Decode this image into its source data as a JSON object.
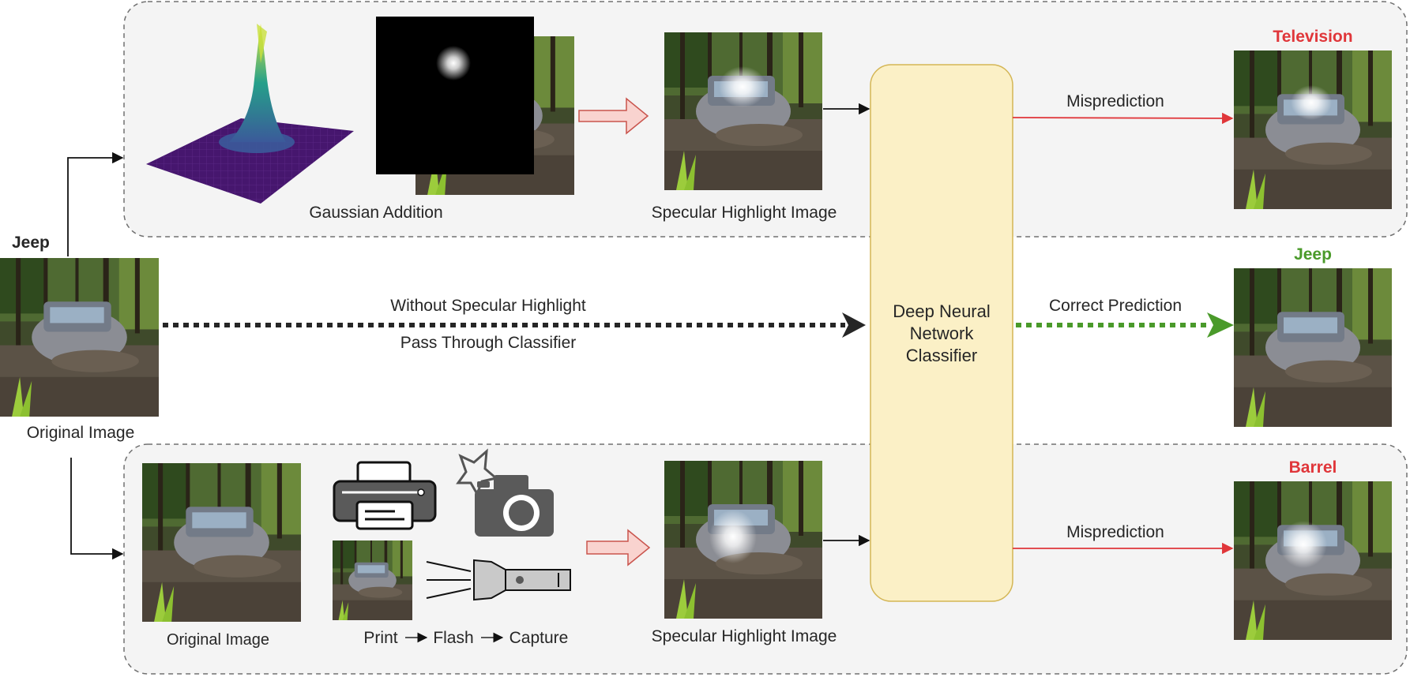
{
  "labels": {
    "input_class": "Jeep",
    "original_image": "Original Image",
    "gaussian_addition": "Gaussian Addition",
    "specular_top": "Specular Highlight Image",
    "specular_bottom": "Specular Highlight Image",
    "original_image_bottom": "Original Image",
    "without_line1": "Without Specular Highlight",
    "without_line2": "Pass Through Classifier",
    "classifier_line1": "Deep Neural",
    "classifier_line2": "Network",
    "classifier_line3": "Classifier",
    "misprediction_top": "Misprediction",
    "misprediction_bottom": "Misprediction",
    "correct_prediction": "Correct Prediction",
    "pred_television": "Television",
    "pred_jeep": "Jeep",
    "pred_barrel": "Barrel",
    "step_print": "Print",
    "step_flash": "Flash",
    "step_capture": "Capture"
  },
  "colors": {
    "panel_fill": "#f4f4f4",
    "panel_border": "#707070",
    "classifier_fill": "#fbf0c6",
    "classifier_border": "#d4b655",
    "misprediction": "#e0363a",
    "correct": "#4a9a2a",
    "hollow_arrow_fill": "#f9d3cf",
    "hollow_arrow_stroke": "#c9544d",
    "surface_base": "#46166e",
    "peak_top": "#e6e83a"
  },
  "icons": [
    "printer-icon",
    "camera-icon",
    "flash-star-icon",
    "flashlight-icon"
  ]
}
